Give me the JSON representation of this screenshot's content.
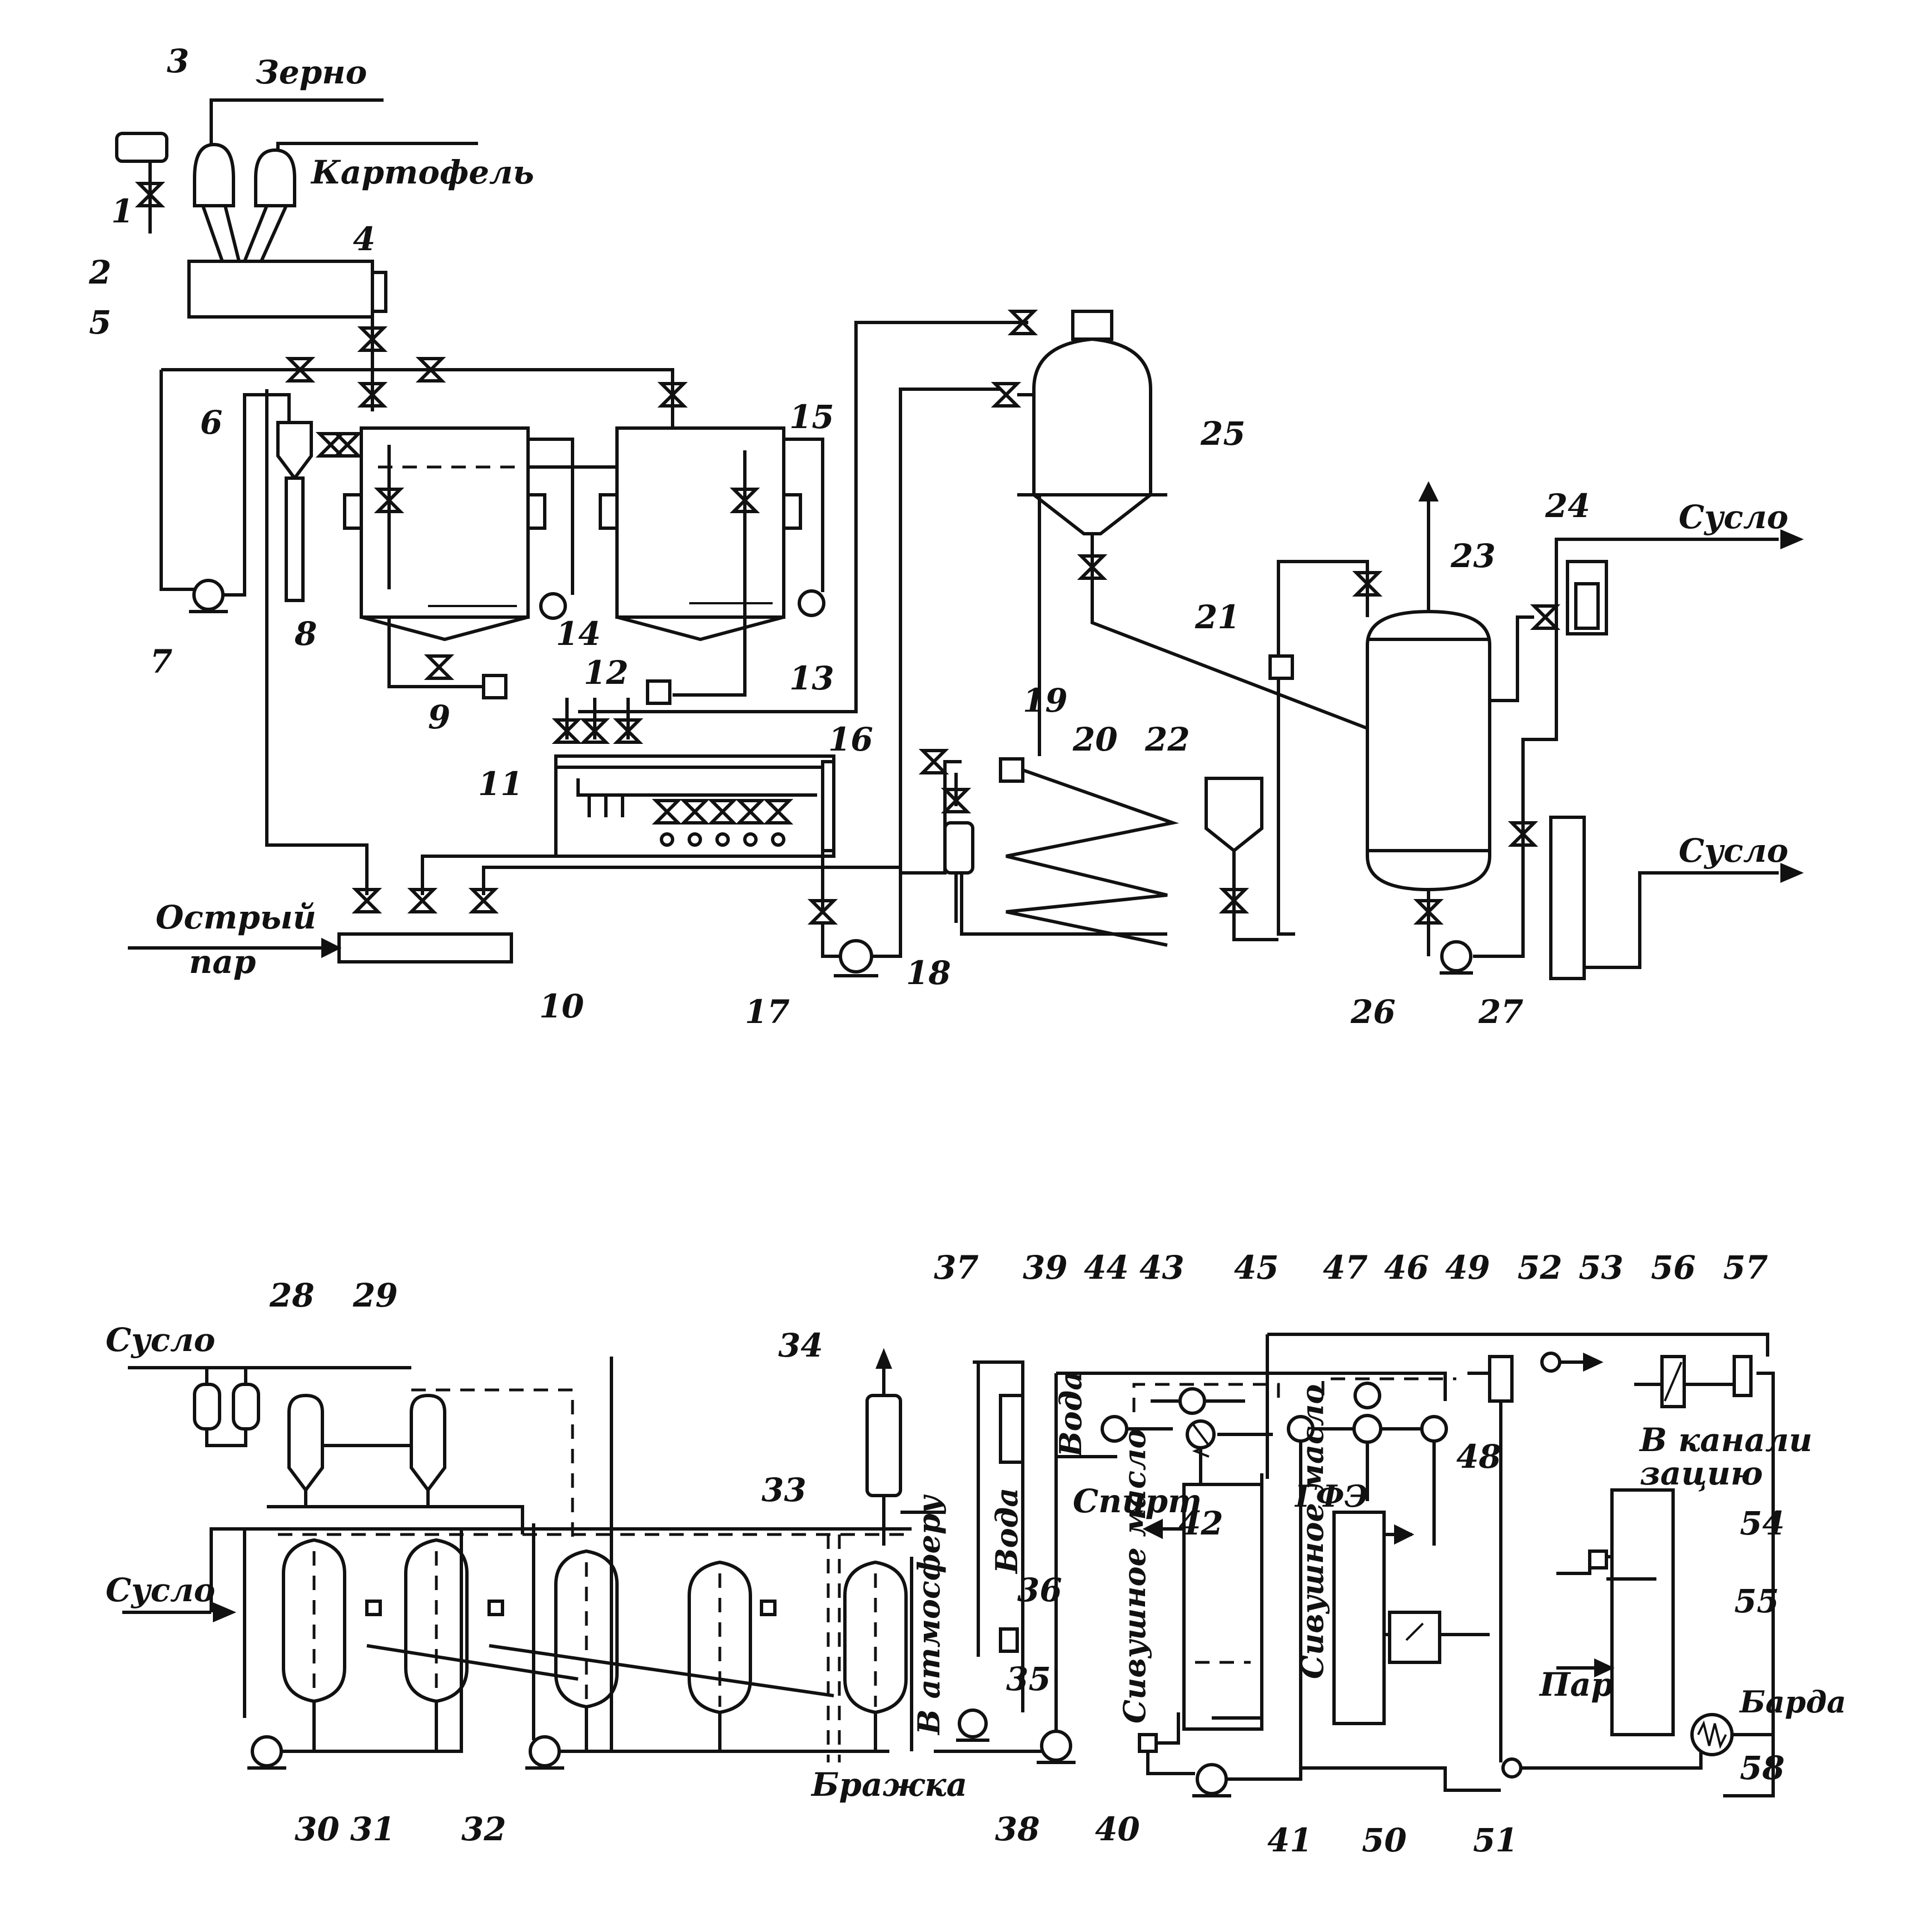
{
  "numbers": {
    "n1": "1",
    "n2": "2",
    "n3": "3",
    "n4": "4",
    "n5": "5",
    "n6": "6",
    "n7": "7",
    "n8": "8",
    "n9": "9",
    "n10": "10",
    "n11": "11",
    "n12": "12",
    "n13": "13",
    "n14": "14",
    "n15": "15",
    "n16": "16",
    "n17": "17",
    "n18": "18",
    "n19": "19",
    "n20": "20",
    "n21": "21",
    "n22": "22",
    "n23": "23",
    "n24": "24",
    "n25": "25",
    "n26": "26",
    "n27": "27",
    "n28": "28",
    "n29": "29",
    "n30": "30",
    "n31": "31",
    "n32": "32",
    "n33": "33",
    "n34": "34",
    "n35": "35",
    "n36": "36",
    "n37": "37",
    "n38": "38",
    "n39": "39",
    "n40": "40",
    "n41": "41",
    "n42": "42",
    "n43": "43",
    "n44": "44",
    "n45": "45",
    "n46": "46",
    "n47": "47",
    "n48": "48",
    "n49": "49",
    "n50": "50",
    "n51": "51",
    "n52": "52",
    "n53": "53",
    "n54": "54",
    "n55": "55",
    "n56": "56",
    "n57": "57",
    "n58": "58"
  },
  "labels": {
    "zerno": "Зерно",
    "kartofel": "Картофель",
    "ostryi": "Острый",
    "par_low": "пар",
    "suslo_top1": "Сусло",
    "suslo_top2": "Сусло",
    "suslo_in1": "Сусло",
    "suslo_in2": "Сусло",
    "brazhka": "Бражка",
    "v_atmosferu": "В атмосферу",
    "voda1": "Вода",
    "voda2": "Вода",
    "spirt": "Спирт",
    "ife": "ГФЭ",
    "sivushnoe1": "Сивушное масло",
    "sivushnoe2": "Сивушное масло",
    "v_kanal_1": "В канали",
    "v_kanal_2": "зацию",
    "par2": "Пар",
    "barda": "Барда"
  }
}
